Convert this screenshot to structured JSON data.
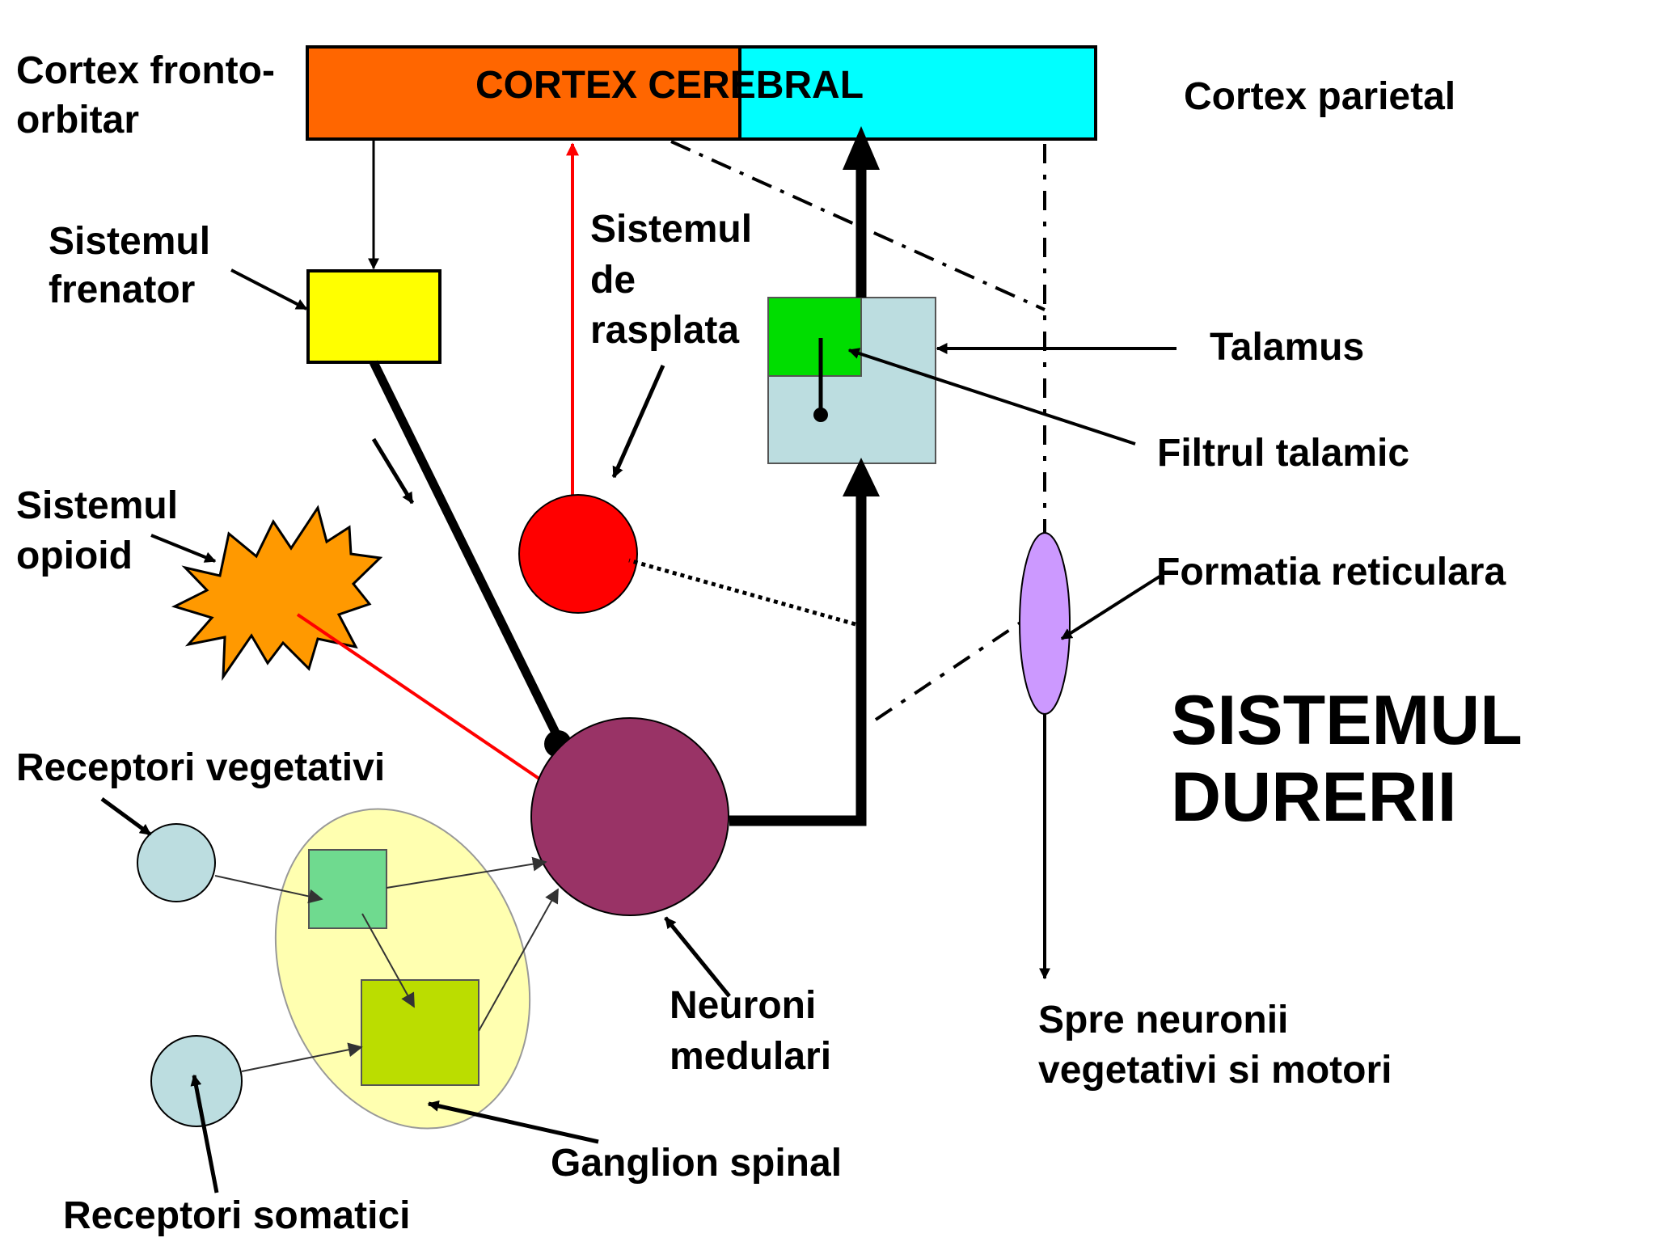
{
  "title": {
    "line1": "SISTEMUL",
    "line2": "DURERII"
  },
  "cortex": {
    "bar_label": "CORTEX CEREBRAL",
    "fronto_orbitar": [
      "Cortex fronto-",
      "orbitar"
    ],
    "parietal": "Cortex parietal"
  },
  "labels": {
    "sistemul_frenator": [
      "Sistemul",
      "frenator"
    ],
    "sistemul_de_rasplata": [
      "Sistemul",
      "de",
      "rasplata"
    ],
    "talamus": "Talamus",
    "filtrul_talamic": "Filtrul talamic",
    "sistemul_opioid": [
      "Sistemul",
      "opioid"
    ],
    "formatia_reticulara": "Formatia reticulara",
    "receptori_vegetativi": "Receptori vegetativi",
    "neuroni_medulari": [
      "Neuroni",
      "medulari"
    ],
    "spre_neuronii": [
      "Spre neuronii",
      "vegetativi si motori"
    ],
    "ganglion_spinal": "Ganglion spinal",
    "receptori_somatici": "Receptori somatici"
  },
  "colors": {
    "fronto_orbitar": "#FF6600",
    "parietal": "#00FFFF",
    "frenator": "#FFFF00",
    "rasplata": "#FF0000",
    "talamus": "#BCDDE0",
    "filtru": "#00DD00",
    "opioid": "#FF9900",
    "reticulara": "#CC99FF",
    "neuron": "#993366",
    "ganglion": "#FFFFB0",
    "ganglion_box1": "#6FDA8F",
    "ganglion_box2": "#BBDD00",
    "receptor": "#BCDDE0",
    "red_line": "#FF0000"
  }
}
